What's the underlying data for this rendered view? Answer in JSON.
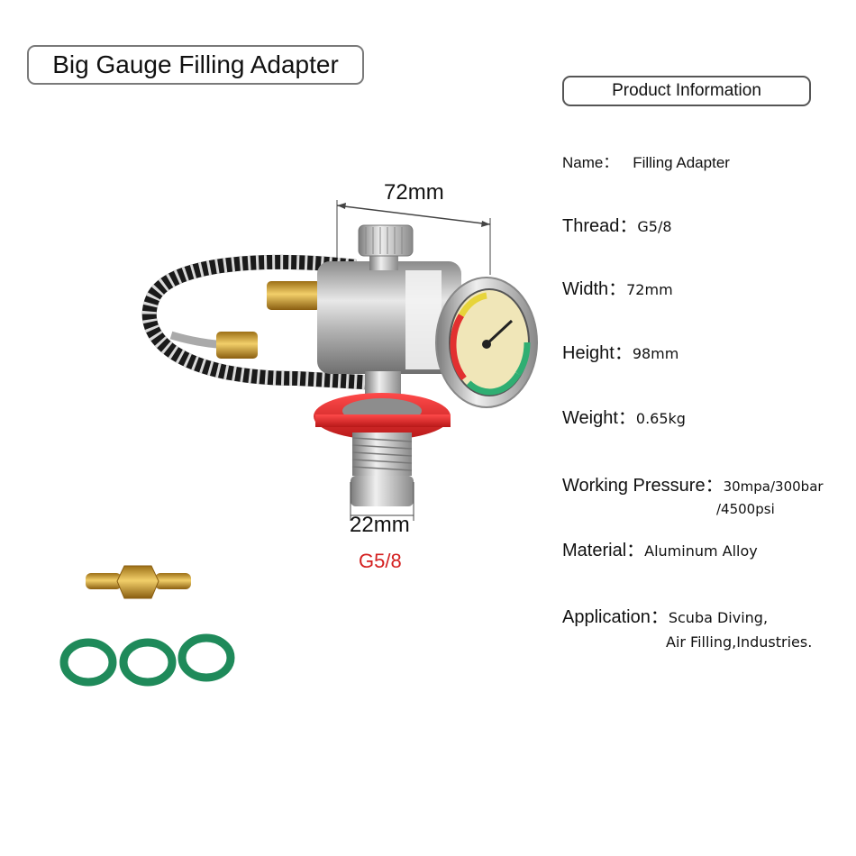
{
  "title": "Big Gauge Filling Adapter",
  "info_header": "Product Information",
  "specs": {
    "name": {
      "label": "Name：",
      "value": "Filling Adapter"
    },
    "thread": {
      "label": "Thread：",
      "value": "G5/8"
    },
    "width": {
      "label": "Width：",
      "value": "72mm"
    },
    "height": {
      "label": "Height：",
      "value": "98mm"
    },
    "weight": {
      "label": "Weight：",
      "value": "0.65kg"
    },
    "pressure": {
      "label": "Working Pressure：",
      "value": "30mpa/300bar",
      "value_line2": "/4500psi"
    },
    "material": {
      "label": "Material：",
      "value": "Aluminum Alloy"
    },
    "application": {
      "label": "Application：",
      "value": "Scuba Diving,",
      "value_line2": "Air Filling,Industries."
    }
  },
  "dimensions": {
    "width_label": "72mm",
    "bottom_label": "22mm",
    "thread_label": "G5/8"
  },
  "colors": {
    "thread_label": "#d42020",
    "knob_red": "#e02a2a",
    "o_ring": "#1f8a5a",
    "brass": "#d4a53a"
  }
}
